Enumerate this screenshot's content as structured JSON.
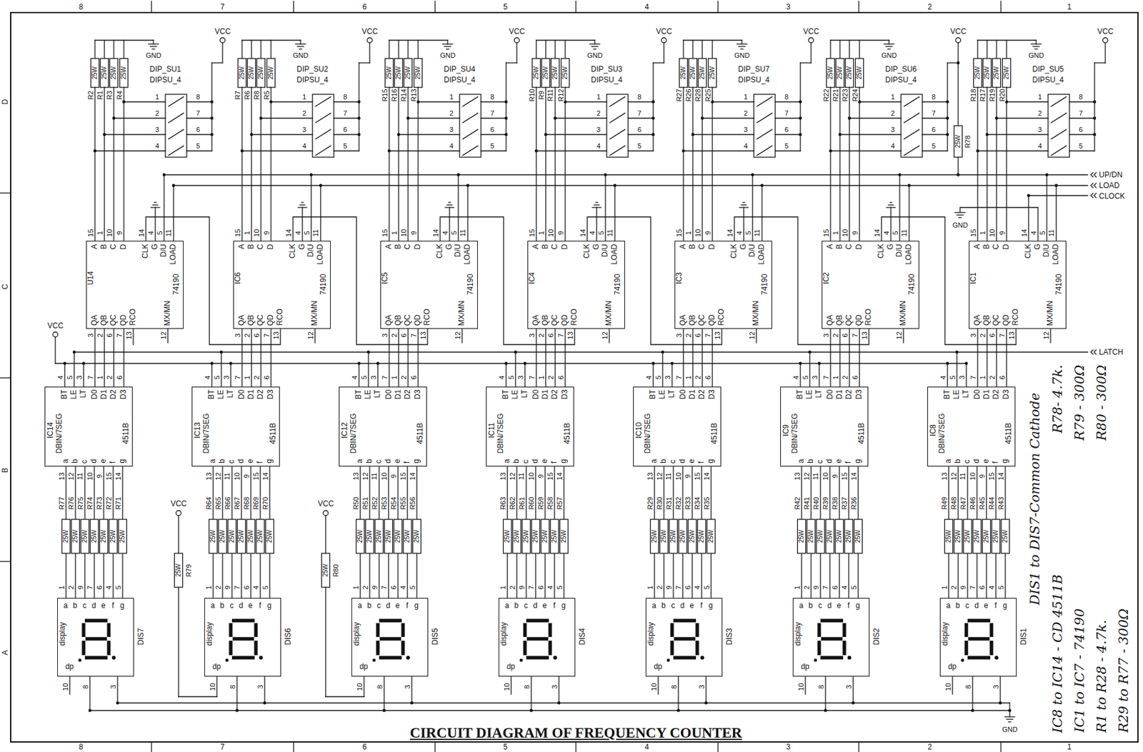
{
  "diagram": {
    "title": "CIRCUIT DIAGRAM OF FREQUENCY COUNTER",
    "nodes": [
      {
        "text": [
          "U14",
          "74190",
          "A",
          "B",
          "C",
          "D",
          "CLK",
          "G",
          "D/U",
          "LOAD",
          "QA",
          "QB",
          "QC",
          "QD",
          "RCO",
          "MX/MN"
        ]
      },
      {
        "text": [
          "IC6",
          "74190",
          "A",
          "B",
          "C",
          "D",
          "CLK",
          "G",
          "D/U",
          "LOAD",
          "QA",
          "QB",
          "QC",
          "QD",
          "RCO",
          "MX/MN"
        ]
      },
      {
        "text": [
          "IC5",
          "74190",
          "A",
          "B",
          "C",
          "D",
          "CLK",
          "G",
          "D/U",
          "LOAD",
          "QA",
          "QB",
          "QC",
          "QD",
          "RCO",
          "MX/MN"
        ]
      },
      {
        "text": [
          "IC4",
          "74190",
          "A",
          "B",
          "C",
          "D",
          "CLK",
          "G",
          "D/U",
          "LOAD",
          "QA",
          "QB",
          "QC",
          "QD",
          "RCO",
          "MX/MN"
        ]
      },
      {
        "text": [
          "IC3",
          "74190",
          "A",
          "B",
          "C",
          "D",
          "CLK",
          "G",
          "D/U",
          "LOAD",
          "QA",
          "QB",
          "QC",
          "QD",
          "RCO",
          "MX/MN"
        ]
      },
      {
        "text": [
          "IC2",
          "74190",
          "A",
          "B",
          "C",
          "D",
          "CLK",
          "G",
          "D/U",
          "LOAD",
          "QA",
          "QB",
          "QC",
          "QD",
          "RCO",
          "MX/MN"
        ]
      },
      {
        "text": [
          "IC1",
          "74190",
          "A",
          "B",
          "C",
          "D",
          "CLK",
          "G",
          "D/U",
          "LOAD",
          "QA",
          "QB",
          "QC",
          "QD",
          "RCO",
          "MX/MN"
        ]
      },
      {
        "text": [
          "IC14",
          "DBIN/7SEG",
          "4511B",
          "BT",
          "LE",
          "LT",
          "D0",
          "D1",
          "D2",
          "D3",
          "a",
          "b",
          "c",
          "d",
          "e",
          "f",
          "g"
        ]
      },
      {
        "text": [
          "IC13",
          "DBIN/7SEG",
          "4511B",
          "BT",
          "LE",
          "LT",
          "D0",
          "D1",
          "D2",
          "D3",
          "a",
          "b",
          "c",
          "d",
          "e",
          "f",
          "g"
        ]
      },
      {
        "text": [
          "IC12",
          "DBIN/7SEG",
          "4511B",
          "BT",
          "LE",
          "LT",
          "D0",
          "D1",
          "D2",
          "D3",
          "a",
          "b",
          "c",
          "d",
          "e",
          "f",
          "g"
        ]
      },
      {
        "text": [
          "IC11",
          "DBIN/7SEG",
          "4511B",
          "BT",
          "LE",
          "LT",
          "D0",
          "D1",
          "D2",
          "D3",
          "a",
          "b",
          "c",
          "d",
          "e",
          "f",
          "g"
        ]
      },
      {
        "text": [
          "IC10",
          "DBIN/7SEG",
          "4511B",
          "BT",
          "LE",
          "LT",
          "D0",
          "D1",
          "D2",
          "D3",
          "a",
          "b",
          "c",
          "d",
          "e",
          "f",
          "g"
        ]
      },
      {
        "text": [
          "IC9",
          "DBIN/7SEG",
          "4511B",
          "BT",
          "LE",
          "LT",
          "D0",
          "D1",
          "D2",
          "D3",
          "a",
          "b",
          "c",
          "d",
          "e",
          "f",
          "g"
        ]
      },
      {
        "text": [
          "IC8",
          "DBIN/7SEG",
          "4511B",
          "BT",
          "LE",
          "LT",
          "D0",
          "D1",
          "D2",
          "D3",
          "a",
          "b",
          "c",
          "d",
          "e",
          "f",
          "g"
        ]
      },
      {
        "text": [
          "display",
          "DIS7",
          "a",
          "b",
          "c",
          "d",
          "e",
          "f",
          "g",
          "dp"
        ]
      },
      {
        "text": [
          "display",
          "DIS6",
          "a",
          "b",
          "c",
          "d",
          "e",
          "f",
          "g",
          "dp"
        ]
      },
      {
        "text": [
          "display",
          "DIS5",
          "a",
          "b",
          "c",
          "d",
          "e",
          "f",
          "g",
          "dp"
        ]
      },
      {
        "text": [
          "display",
          "DIS4",
          "a",
          "b",
          "c",
          "d",
          "e",
          "f",
          "g",
          "dp"
        ]
      },
      {
        "text": [
          "display",
          "DIS3",
          "a",
          "b",
          "c",
          "d",
          "e",
          "f",
          "g",
          "dp"
        ]
      },
      {
        "text": [
          "display",
          "DIS2",
          "a",
          "b",
          "c",
          "d",
          "e",
          "f",
          "g",
          "dp"
        ]
      },
      {
        "text": [
          "display",
          "DIS1",
          "a",
          "b",
          "c",
          "d",
          "e",
          "f",
          "g",
          "dp"
        ]
      }
    ],
    "edges": [
      {
        "from": 0,
        "to": 7,
        "arrow": "none"
      },
      {
        "from": 7,
        "to": 14,
        "arrow": "none"
      },
      {
        "from": 1,
        "to": 8,
        "arrow": "none"
      },
      {
        "from": 8,
        "to": 15,
        "arrow": "none"
      },
      {
        "from": 2,
        "to": 9,
        "arrow": "none"
      },
      {
        "from": 9,
        "to": 16,
        "arrow": "none"
      },
      {
        "from": 3,
        "to": 10,
        "arrow": "none"
      },
      {
        "from": 10,
        "to": 17,
        "arrow": "none"
      },
      {
        "from": 4,
        "to": 11,
        "arrow": "none"
      },
      {
        "from": 11,
        "to": 18,
        "arrow": "none"
      },
      {
        "from": 5,
        "to": 12,
        "arrow": "none"
      },
      {
        "from": 12,
        "to": 19,
        "arrow": "none"
      },
      {
        "from": 6,
        "to": 13,
        "arrow": "none"
      },
      {
        "from": 13,
        "to": 20,
        "arrow": "none"
      },
      {
        "from": 1,
        "to": 0,
        "arrow": "none"
      },
      {
        "from": 2,
        "to": 1,
        "arrow": "none"
      },
      {
        "from": 3,
        "to": 2,
        "arrow": "none"
      },
      {
        "from": 4,
        "to": 3,
        "arrow": "none"
      },
      {
        "from": 5,
        "to": 4,
        "arrow": "none"
      },
      {
        "from": 6,
        "to": 5,
        "arrow": "none"
      }
    ],
    "labels": [
      "R2",
      "R1",
      "R3",
      "R4",
      "25W",
      "25W",
      "25W",
      "25W",
      "GND",
      "VCC",
      "DIP_SU1",
      "DIPSU_4",
      "1",
      "2",
      "3",
      "4",
      "8",
      "7",
      "6",
      "5",
      "15",
      "1",
      "10",
      "9",
      "14",
      "4",
      "5",
      "11",
      "3",
      "2",
      "6",
      "7",
      "13",
      "12",
      "4",
      "5",
      "3",
      "7",
      "1",
      "2",
      "6",
      "13",
      "12",
      "11",
      "10",
      "9",
      "15",
      "14",
      "R77",
      "R76",
      "R75",
      "R74",
      "R73",
      "R72",
      "R71",
      "25W",
      "25W",
      "25W",
      "25W",
      "25W",
      "25W",
      "25W",
      "1",
      "2",
      "9",
      "7",
      "6",
      "4",
      "5",
      "10",
      "8",
      "3",
      "R7",
      "R6",
      "R8",
      "R5",
      "25W",
      "25W",
      "25W",
      "25W",
      "GND",
      "VCC",
      "DIP_SU2",
      "DIPSU_4",
      "1",
      "2",
      "3",
      "4",
      "8",
      "7",
      "6",
      "5",
      "15",
      "1",
      "10",
      "9",
      "14",
      "4",
      "5",
      "11",
      "3",
      "2",
      "6",
      "7",
      "13",
      "12",
      "4",
      "5",
      "3",
      "7",
      "1",
      "2",
      "6",
      "13",
      "12",
      "11",
      "10",
      "9",
      "15",
      "14",
      "R64",
      "R65",
      "R66",
      "R67",
      "R68",
      "R69",
      "R70",
      "25W",
      "25W",
      "25W",
      "25W",
      "25W",
      "25W",
      "25W",
      "1",
      "2",
      "9",
      "7",
      "6",
      "4",
      "5",
      "10",
      "8",
      "3",
      "R15",
      "R16",
      "R14",
      "R13",
      "25W",
      "25W",
      "25W",
      "25W",
      "GND",
      "VCC",
      "DIP_SU4",
      "DIPSU_4",
      "1",
      "2",
      "3",
      "4",
      "8",
      "7",
      "6",
      "5",
      "15",
      "1",
      "10",
      "9",
      "14",
      "4",
      "5",
      "11",
      "3",
      "2",
      "6",
      "7",
      "13",
      "12",
      "4",
      "5",
      "3",
      "7",
      "1",
      "2",
      "6",
      "13",
      "12",
      "11",
      "10",
      "9",
      "15",
      "14",
      "R50",
      "R51",
      "R52",
      "R53",
      "R54",
      "R55",
      "R56",
      "25W",
      "25W",
      "25W",
      "25W",
      "25W",
      "25W",
      "25W",
      "1",
      "2",
      "9",
      "7",
      "6",
      "4",
      "5",
      "10",
      "8",
      "3",
      "R10",
      "R9",
      "R11",
      "R12",
      "25W",
      "25W",
      "25W",
      "25W",
      "GND",
      "VCC",
      "DIP_SU3",
      "DIPSU_4",
      "1",
      "2",
      "3",
      "4",
      "8",
      "7",
      "6",
      "5",
      "15",
      "1",
      "10",
      "9",
      "14",
      "4",
      "5",
      "11",
      "3",
      "2",
      "6",
      "7",
      "13",
      "12",
      "4",
      "5",
      "3",
      "7",
      "1",
      "2",
      "6",
      "13",
      "12",
      "11",
      "10",
      "9",
      "15",
      "14",
      "R63",
      "R62",
      "R61",
      "R60",
      "R59",
      "R58",
      "R57",
      "25W",
      "25W",
      "25W",
      "25W",
      "25W",
      "25W",
      "25W",
      "1",
      "2",
      "9",
      "7",
      "6",
      "4",
      "5",
      "10",
      "8",
      "3",
      "R27",
      "R26",
      "R28",
      "R25",
      "25W",
      "25W",
      "25W",
      "25W",
      "GND",
      "VCC",
      "DIP_SU7",
      "DIPSU_4",
      "1",
      "2",
      "3",
      "4",
      "8",
      "7",
      "6",
      "5",
      "15",
      "1",
      "10",
      "9",
      "14",
      "4",
      "5",
      "11",
      "3",
      "2",
      "6",
      "7",
      "13",
      "12",
      "4",
      "5",
      "3",
      "7",
      "1",
      "2",
      "6",
      "13",
      "12",
      "11",
      "10",
      "9",
      "15",
      "14",
      "R29",
      "R30",
      "R31",
      "R32",
      "R33",
      "R34",
      "R35",
      "25W",
      "25W",
      "25W",
      "25W",
      "25W",
      "25W",
      "25W",
      "1",
      "2",
      "9",
      "7",
      "6",
      "4",
      "5",
      "10",
      "8",
      "3",
      "R22",
      "R21",
      "R23",
      "R24",
      "25W",
      "25W",
      "25W",
      "25W",
      "GND",
      "VCC",
      "DIP_SU6",
      "DIPSU_4",
      "1",
      "2",
      "3",
      "4",
      "8",
      "7",
      "6",
      "5",
      "15",
      "1",
      "10",
      "9",
      "14",
      "4",
      "5",
      "11",
      "3",
      "2",
      "6",
      "7",
      "13",
      "12",
      "4",
      "5",
      "3",
      "7",
      "1",
      "2",
      "6",
      "13",
      "12",
      "11",
      "10",
      "9",
      "15",
      "14",
      "R42",
      "R41",
      "R40",
      "R39",
      "R38",
      "R37",
      "R36",
      "25W",
      "25W",
      "25W",
      "25W",
      "25W",
      "25W",
      "25W",
      "1",
      "2",
      "9",
      "7",
      "6",
      "4",
      "5",
      "10",
      "8",
      "3",
      "R18",
      "R17",
      "R19",
      "R20",
      "25W",
      "25W",
      "25W",
      "25W",
      "GND",
      "VCC",
      "DIP_SU5",
      "DIPSU_4",
      "1",
      "2",
      "3",
      "4",
      "8",
      "7",
      "6",
      "5",
      "15",
      "1",
      "10",
      "9",
      "14",
      "4",
      "5",
      "11",
      "3",
      "2",
      "6",
      "7",
      "13",
      "12",
      "4",
      "5",
      "3",
      "7",
      "1",
      "2",
      "6",
      "13",
      "12",
      "11",
      "10",
      "9",
      "15",
      "14",
      "R49",
      "R48",
      "R47",
      "R46",
      "R45",
      "R44",
      "R43",
      "25W",
      "25W",
      "25W",
      "25W",
      "25W",
      "25W",
      "25W",
      "1",
      "2",
      "9",
      "7",
      "6",
      "4",
      "5",
      "10",
      "8",
      "3",
      "UP/DN",
      "LOAD",
      "CLOCK",
      "LATCH",
      "VCC",
      "GND",
      "R78",
      "25W",
      "VCC",
      "R79",
      "25W",
      "VCC",
      "R80",
      "25W",
      "GND",
      "DIS1 to DIS7-Common Cathode",
      "IC8 to IC14 - CD 4511B",
      "R78- 4.7k.",
      "IC1 to IC7 - 74190",
      "R79 - 300Ω",
      "R1 to R28 - 4.7k.",
      "R80 - 300Ω",
      "R29 to R77 - 300Ω",
      "8",
      "7",
      "6",
      "5",
      "4",
      "3",
      "2",
      "1",
      "8",
      "7",
      "6",
      "5",
      "4",
      "3",
      "2",
      "1",
      "D",
      "C",
      "B",
      "A"
    ]
  }
}
